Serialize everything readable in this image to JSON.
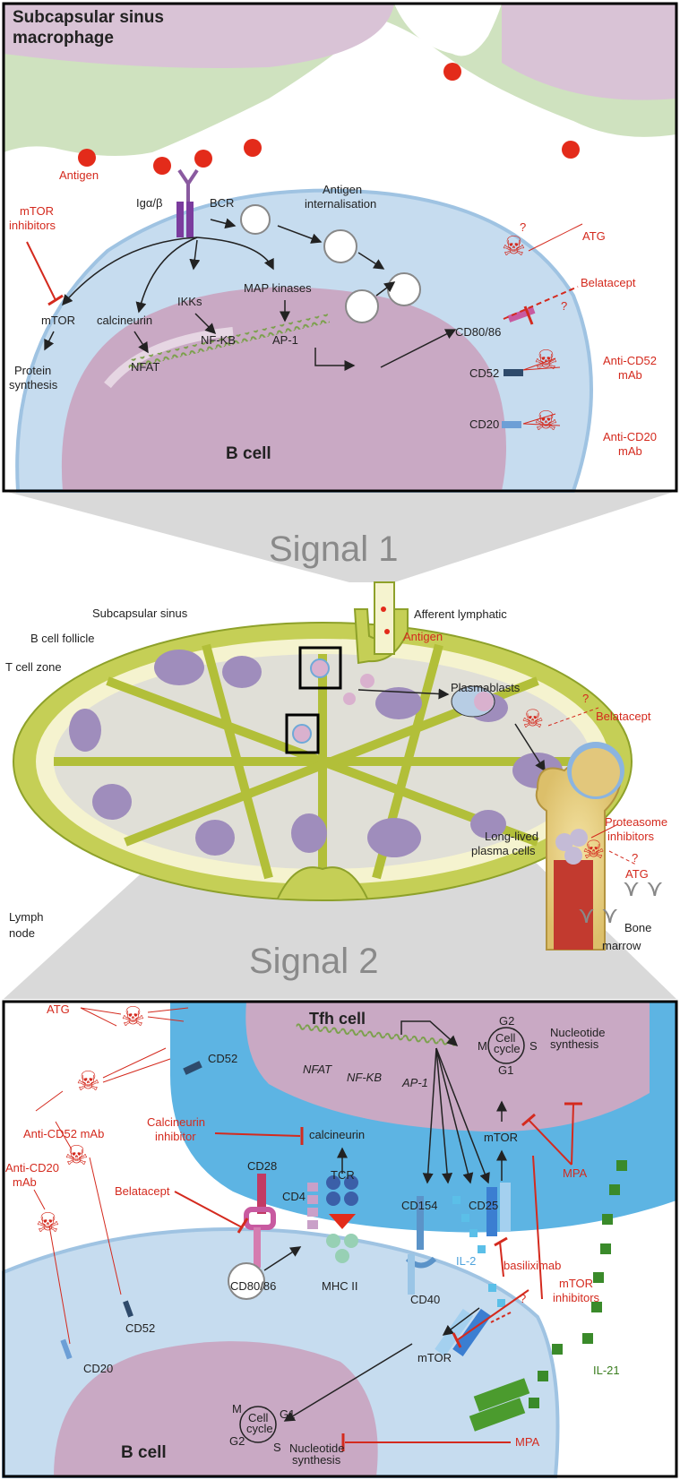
{
  "panel_top": {
    "macrophage_title_line1": "Subcapsular sinus",
    "macrophage_title_line2": "macrophage",
    "antigen": "Antigen",
    "ig_ab": "Igα/β",
    "bcr": "BCR",
    "antigen_internalisation_line1": "Antigen",
    "antigen_internalisation_line2": "internalisation",
    "mtor_inhibitors_line1": "mTOR",
    "mtor_inhibitors_line2": "inhibitors",
    "mtor": "mTOR",
    "protein_synthesis_line1": "Protein",
    "protein_synthesis_line2": "synthesis",
    "calcineurin": "calcineurin",
    "ikks": "IKKs",
    "map_kinases": "MAP kinases",
    "ap1": "AP-1",
    "nfkb": "NF-KB",
    "nfat": "NFAT",
    "atg": "ATG",
    "question": "?",
    "belatacept": "Belatacept",
    "cd80_86": "CD80/86",
    "cd52": "CD52",
    "anti_cd52_line1": "Anti-CD52",
    "anti_cd52_line2": "mAb",
    "cd20": "CD20",
    "anti_cd20_line1": "Anti-CD20",
    "anti_cd20_line2": "mAb",
    "b_cell": "B cell"
  },
  "signal1": "Signal 1",
  "signal2": "Signal 2",
  "node": {
    "subcapsular_sinus": "Subcapsular sinus",
    "b_cell_follicle": "B cell follicle",
    "t_cell_zone": "T cell zone",
    "afferent_lymphatic": "Afferent lymphatic",
    "antigen": "Antigen",
    "plasmablasts": "Plasmablasts",
    "belatacept": "Belatacept",
    "question": "?",
    "proteasome_line1": "Proteasome",
    "proteasome_line2": "inhibitors",
    "long_lived_line1": "Long-lived",
    "long_lived_line2": "plasma cells",
    "atg": "ATG",
    "lymph_line1": "Lymph",
    "lymph_line2": "node",
    "bone_line1": "Bone",
    "bone_line2": "marrow"
  },
  "panel_bottom": {
    "tfh_cell": "Tfh cell",
    "atg": "ATG",
    "cd52_top": "CD52",
    "nfat": "NFAT",
    "nfkb": "NF-KB",
    "ap1": "AP-1",
    "g2": "G2",
    "m": "M",
    "s": "S",
    "g1": "G1",
    "cell_cycle_line1": "Cell",
    "cell_cycle_line2": "cycle",
    "nucleotide_line1": "Nucleotide",
    "nucleotide_line2": "synthesis",
    "calcineurin_inhibitor_line1": "Calcineurin",
    "calcineurin_inhibitor_line2": "inhibitor",
    "calcineurin": "calcineurin",
    "mtor_tfh": "mTOR",
    "anti_cd52": "Anti-CD52 mAb",
    "cd28": "CD28",
    "tcr": "TCR",
    "cd4": "CD4",
    "belatacept": "Belatacept",
    "cd154": "CD154",
    "cd25": "CD25",
    "mpa_top": "MPA",
    "anti_cd20_line1": "Anti-CD20",
    "anti_cd20_line2": "mAb",
    "il2": "IL-2",
    "basiliximab": "basiliximab",
    "question": "?",
    "mtor_inhibitors_line1": "mTOR",
    "mtor_inhibitors_line2": "inhibitors",
    "cd80_86": "CD80/86",
    "mhc2": "MHC II",
    "cd40": "CD40",
    "cd52_bottom": "CD52",
    "cd20": "CD20",
    "il21": "IL-21",
    "mtor_b": "mTOR",
    "b_m": "M",
    "b_g1": "G1",
    "b_g2": "G2",
    "b_s": "S",
    "b_cell_cycle_line1": "Cell",
    "b_cell_cycle_line2": "cycle",
    "b_nucleotide_line1": "Nucleotide",
    "b_nucleotide_line2": "synthesis",
    "mpa_bottom": "MPA",
    "b_cell": "B cell"
  },
  "colors": {
    "red": "#d42a1e",
    "macrophage_green": "#cfe2bf",
    "bcell_blue": "#c6dcef",
    "nucleus_purple": "#c9a9c4",
    "tfh_blue": "#5db4e3",
    "node_green": "#c5cf56",
    "signal_grey": "#8a8a8a"
  }
}
